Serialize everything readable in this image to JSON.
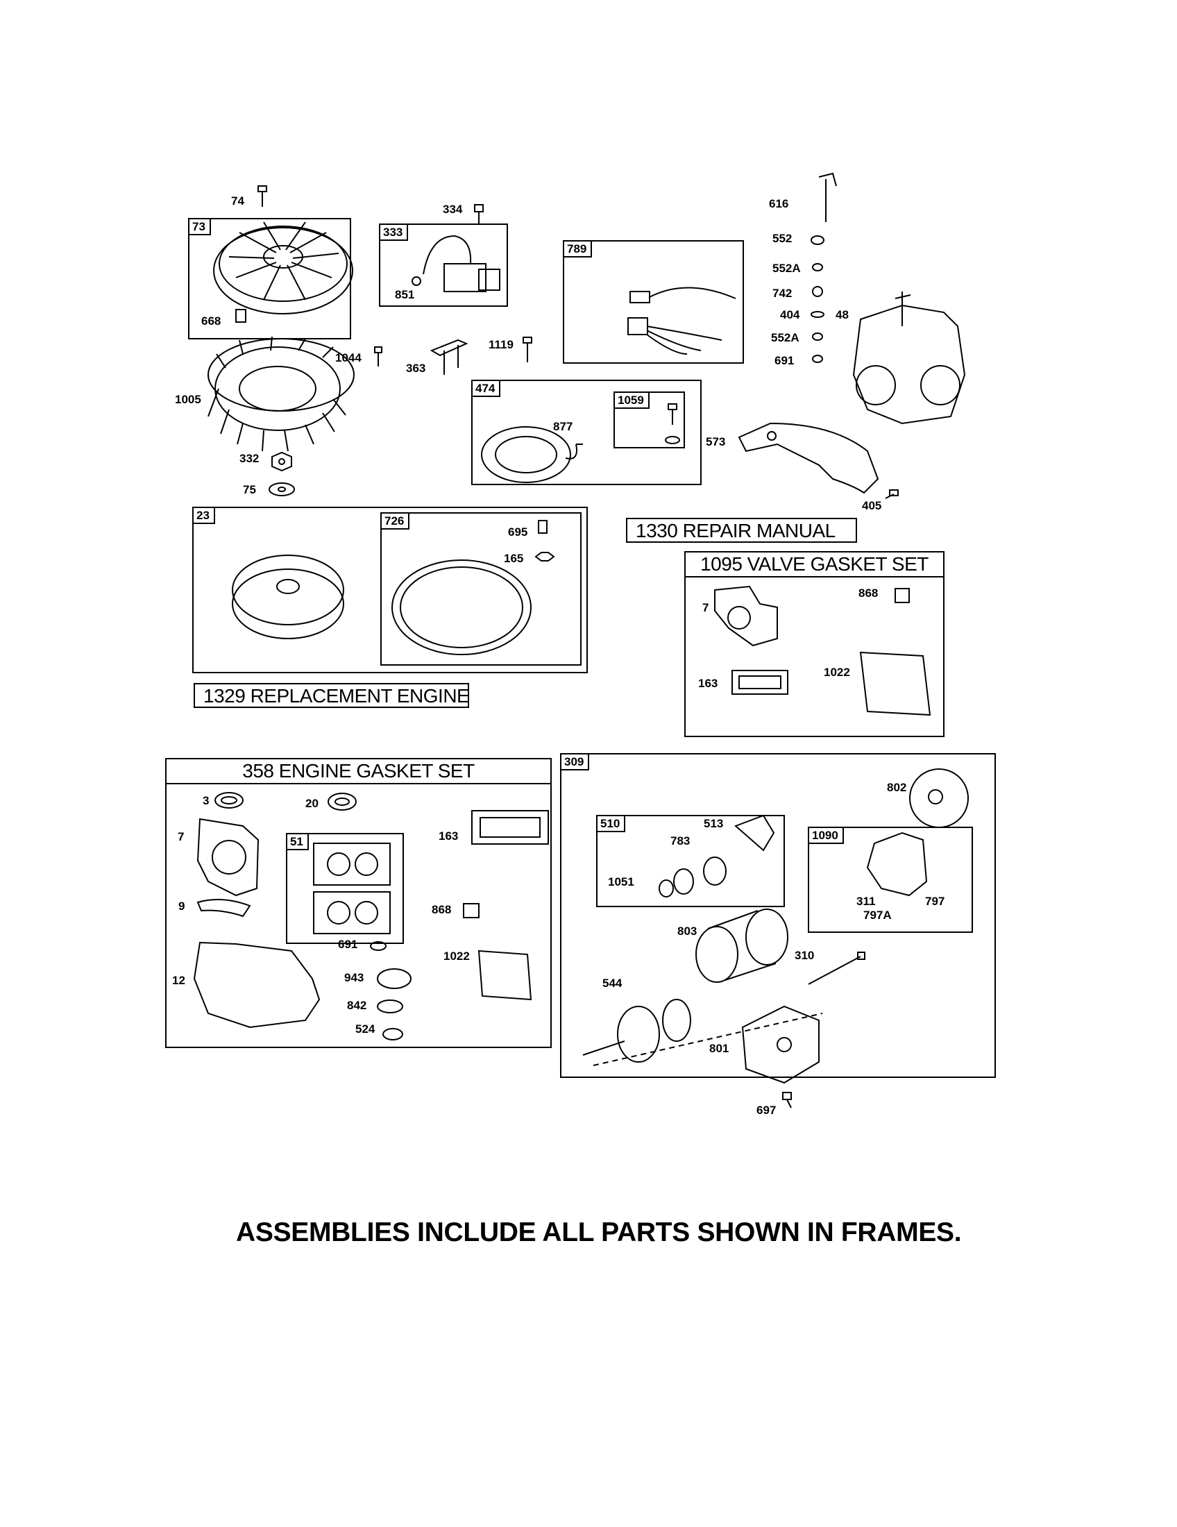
{
  "frames": {
    "f73": "73",
    "f333": "333",
    "f789": "789",
    "f474": "474",
    "f1059": "1059",
    "f23": "23",
    "f726": "726",
    "f309": "309",
    "f510": "510",
    "f1090": "1090",
    "f51": "51"
  },
  "titled_boxes": {
    "repair_manual": "1330 REPAIR MANUAL",
    "replacement_engine": "1329 REPLACEMENT ENGINE",
    "valve_gasket_set": "1095 VALVE GASKET SET",
    "engine_gasket_set": "358 ENGINE GASKET SET"
  },
  "callouts": {
    "c74": "74",
    "c668": "668",
    "c334": "334",
    "c851": "851",
    "c1044": "1044",
    "c363": "363",
    "c1119": "1119",
    "c1005": "1005",
    "c332": "332",
    "c75": "75",
    "c877": "877",
    "c573": "573",
    "c405": "405",
    "c616": "616",
    "c552": "552",
    "c552A_1": "552A",
    "c742": "742",
    "c404": "404",
    "c48": "48",
    "c552A_2": "552A",
    "c691_top": "691",
    "c695": "695",
    "c165": "165",
    "c7_valve": "7",
    "c868_valve": "868",
    "c163_valve": "163",
    "c1022_valve": "1022",
    "c3": "3",
    "c20": "20",
    "c7_gasket": "7",
    "c163_gasket": "163",
    "c9": "9",
    "c868_gasket": "868",
    "c691_gasket": "691",
    "c12": "12",
    "c943": "943",
    "c1022_gasket": "1022",
    "c842": "842",
    "c524": "524",
    "c802": "802",
    "c513": "513",
    "c783": "783",
    "c1051": "1051",
    "c311": "311",
    "c797": "797",
    "c797A": "797A",
    "c803": "803",
    "c310": "310",
    "c544": "544",
    "c801": "801",
    "c697": "697"
  },
  "footer_note": "ASSEMBLIES INCLUDE ALL PARTS SHOWN IN FRAMES."
}
